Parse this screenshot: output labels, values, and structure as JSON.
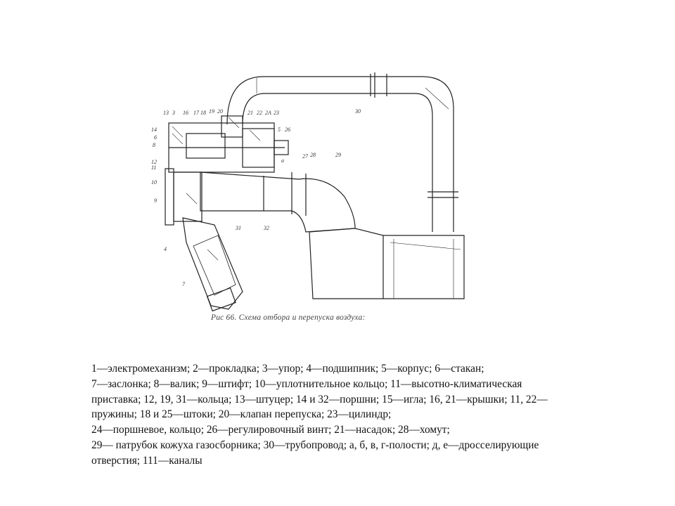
{
  "figure": {
    "caption": "Рис 66. Схема отбора и перепуска воздуха:",
    "labels": {
      "l13": "13",
      "l3": "3",
      "l16": "16",
      "l17": "17",
      "l18": "18",
      "l19": "19",
      "l20": "20",
      "l21": "21",
      "l22": "22",
      "l2A": "2A",
      "l23": "23",
      "l5": "5",
      "l26": "26",
      "l14": "14",
      "l6": "6",
      "l8": "8",
      "l12": "12",
      "l11": "11",
      "l10": "10",
      "l9": "9",
      "l4": "4",
      "l7": "7",
      "l30": "30",
      "l27": "27",
      "l28": "28",
      "l29": "29",
      "l31": "31",
      "l32": "32",
      "la": "а"
    }
  },
  "legend": {
    "line1": "1—электромеханизм; 2—прокладка; 3—упор; 4—подшипник; 5—корпус; 6—стакан;",
    "line2": "7—заслонка; 8—валик; 9—штифт; 10—уплотнительное кольцо; 11—высотно-климатическая приставка; 12, 19, 31—кольца; 13—штуцер; 14 и 32—поршни; 15—игла; 16, 21—крышки; 11, 22—пружины; 18 и 25—штоки; 20—клапан перепуска; 23—цилиндр;",
    "line3": "24—поршневое, кольцо; 26—регулировочный винт; 21—насадок; 28—хомут;",
    "line4": "29— патрубок кожуха газосборника; 30—трубопровод; а, б, в, г-полости; д, е—дросселирующие отверстия; 111—каналы"
  }
}
